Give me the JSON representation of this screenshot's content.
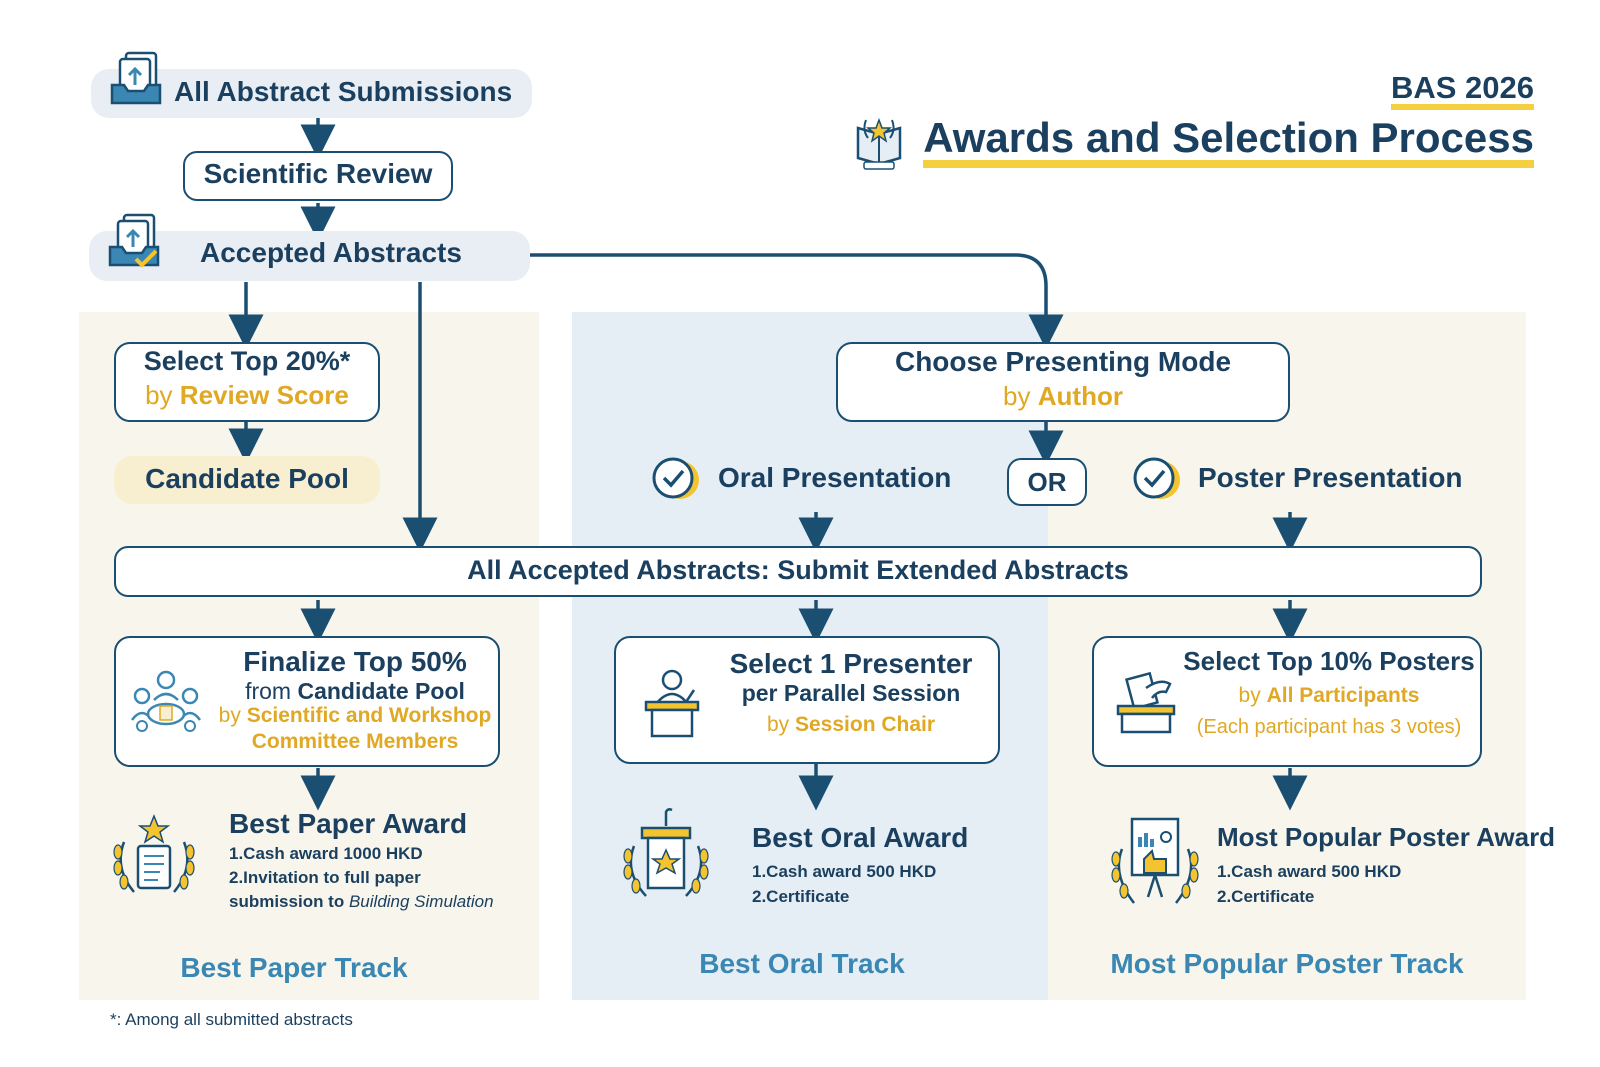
{
  "header": {
    "event": "BAS 2026",
    "title": "Awards and Selection Process",
    "icon": "award-book-icon"
  },
  "colors": {
    "navy": "#1b3f5e",
    "gold": "#e0a823",
    "track_blue": "#3a87b3",
    "panel_cream": "#f8f6ec",
    "panel_blue": "#e5eef5",
    "pill_gray": "#e8eef3",
    "pill_cream": "#f7efcf"
  },
  "flow": {
    "all_submissions": "All Abstract Submissions",
    "scientific_review": "Scientific Review",
    "accepted": "Accepted Abstracts",
    "select_top": {
      "title": "Select Top 20%*",
      "by": "by",
      "criterion": "Review Score"
    },
    "candidate_pool": "Candidate Pool",
    "choose_mode": {
      "title": "Choose Presenting Mode",
      "by": "by",
      "criterion": "Author"
    },
    "oral": "Oral Presentation",
    "or": "OR",
    "poster": "Poster Presentation",
    "extended": "All Accepted Abstracts: Submit Extended Abstracts"
  },
  "paper_track": {
    "step_title": "Finalize Top 50%",
    "step_from": "from",
    "step_from_bold": "Candidate Pool",
    "step_by": "by",
    "step_criterion_1": "Scientific and Workshop",
    "step_criterion_2": "Committee Members",
    "award_title": "Best Paper Award",
    "award_line1": "1.Cash award 1000 HKD",
    "award_line2": "2.Invitation to full paper",
    "award_line3_prefix": "submission to",
    "award_line3_italic": "Building Simulation",
    "track_name": "Best Paper Track"
  },
  "oral_track": {
    "step_title": "Select 1 Presenter",
    "step_sub": "per Parallel Session",
    "step_by": "by",
    "step_criterion": "Session Chair",
    "award_title": "Best Oral Award",
    "award_line1": "1.Cash award 500 HKD",
    "award_line2": "2.Certificate",
    "track_name": "Best Oral Track"
  },
  "poster_track": {
    "step_title": "Select Top 10% Posters",
    "step_by": "by",
    "step_criterion": "All Participants",
    "step_note": "(Each participant has 3 votes)",
    "award_title": "Most Popular Poster Award",
    "award_line1": "1.Cash award 500 HKD",
    "award_line2": "2.Certificate",
    "track_name": "Most Popular Poster Track"
  },
  "footnote": "*: Among all submitted abstracts"
}
